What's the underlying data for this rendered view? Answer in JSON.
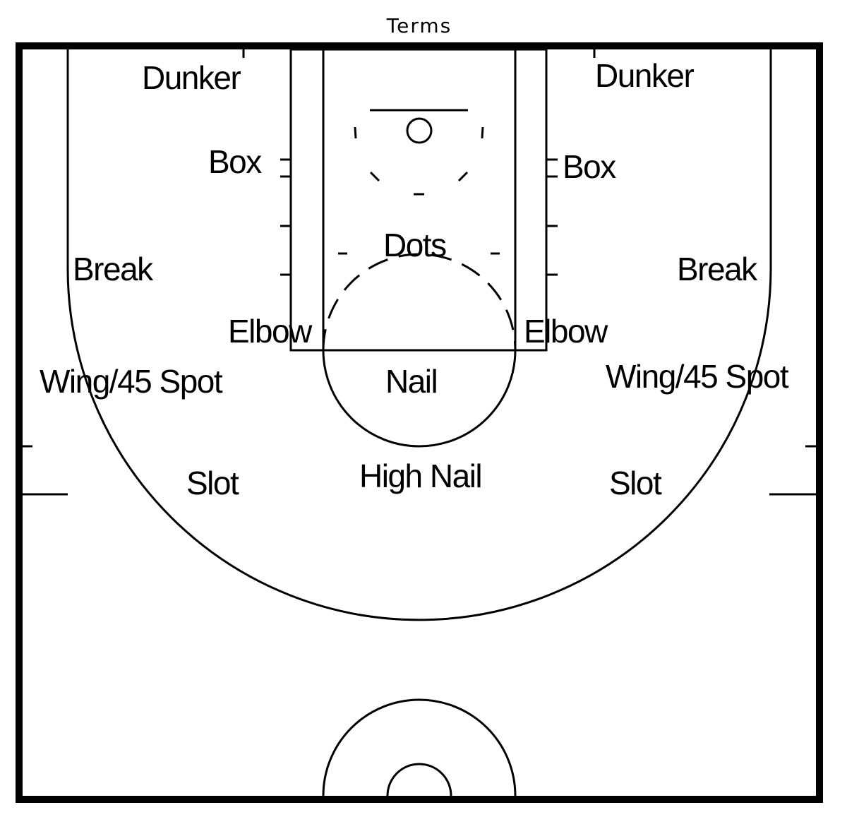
{
  "title": "Terms",
  "labels": {
    "dunker_left": "Dunker",
    "dunker_right": "Dunker",
    "box_left": "Box",
    "box_right": "Box",
    "dots": "Dots",
    "break_left": "Break",
    "break_right": "Break",
    "elbow_left": "Elbow",
    "elbow_right": "Elbow",
    "wing_left": "Wing/45 Spot",
    "wing_right": "Wing/45 Spot",
    "nail": "Nail",
    "slot_left": "Slot",
    "slot_right": "Slot",
    "high_nail": "High Nail"
  },
  "colors": {
    "lines": "#000000",
    "background": "#ffffff"
  }
}
